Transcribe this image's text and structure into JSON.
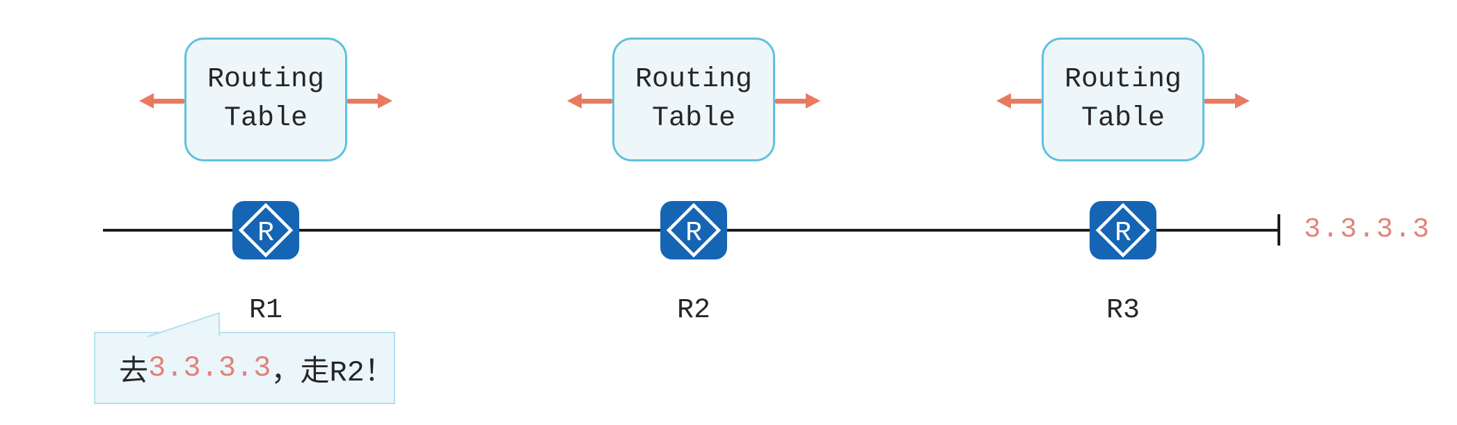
{
  "routing_table_box": {
    "line1": "Routing",
    "line2": "Table"
  },
  "routers": [
    {
      "name": "R1"
    },
    {
      "name": "R2"
    },
    {
      "name": "R3"
    }
  ],
  "link": {
    "destination_label": "3.3.3.3"
  },
  "callout": {
    "prefix": "去",
    "highlight": "3.3.3.3",
    "suffix": "，走R2！"
  },
  "icons": {
    "router": "router-icon",
    "arrow_left": "arrow-left-icon",
    "arrow_right": "arrow-right-icon"
  },
  "colors": {
    "arrow": "#e87a5f",
    "router_blue": "#1565b4",
    "box_border": "#5fc0e0",
    "box_fill": "#edf6f9",
    "bubble_border": "#b5e0ef",
    "bubble_fill": "#ebf6fa",
    "salmon_text": "#e0837a",
    "line_black": "#1c1c1c",
    "text": "#262626"
  }
}
